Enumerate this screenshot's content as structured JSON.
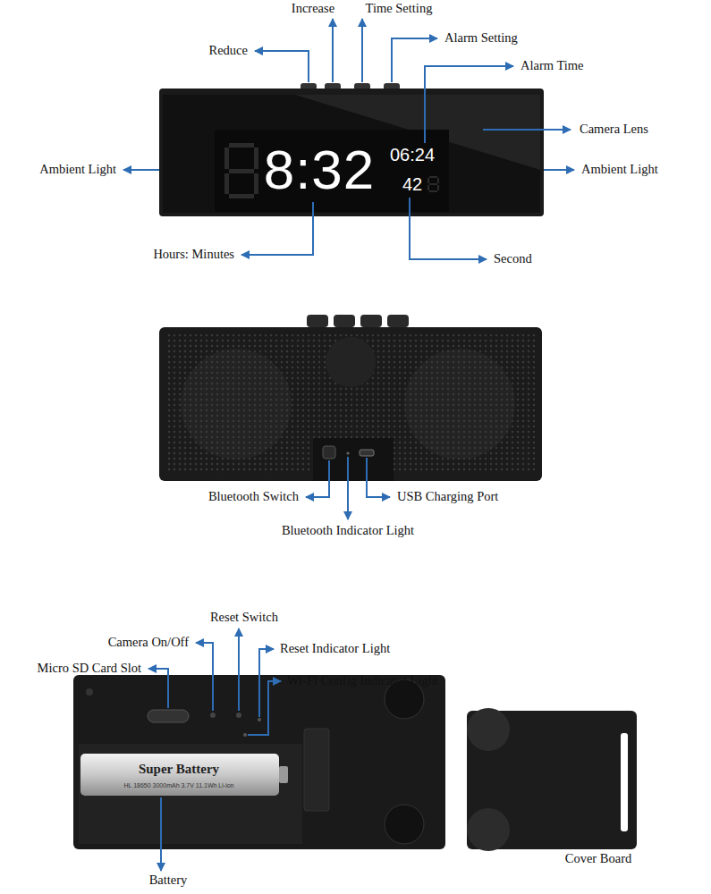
{
  "diagram": {
    "labels": [
      "Increase",
      "Time Setting",
      "Reduce",
      "Alarm Setting",
      "Alarm Time",
      "Camera Lens",
      "Ambient Light",
      "Ambient Light",
      "8:32",
      "06:24",
      "42",
      "Hours: Minutes",
      "Second",
      "Bluetooth Switch",
      "USB Charging Port",
      "Bluetooth Indicator Light",
      "Reset Switch",
      "Camera On/Off",
      "Reset Indicator Light",
      "Micro SD Card Slot",
      "Wi-Fi Config Indicator Light",
      "Super Battery",
      "HL 18650 3000mAh 3.7V 11.1Wh Li-ion",
      "Battery",
      "Cover Board"
    ]
  }
}
